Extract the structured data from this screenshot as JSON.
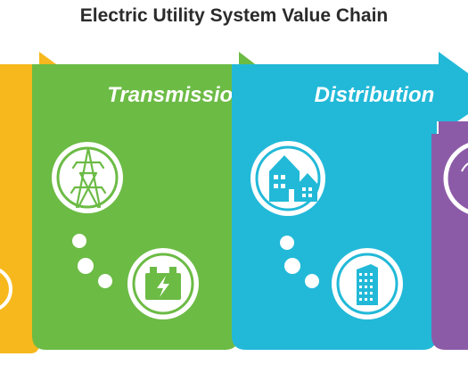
{
  "title": "Electric Utility System Value Chain",
  "stages": [
    {
      "label": "",
      "color": "#f6b81c"
    },
    {
      "label": "Transmission",
      "color": "#6cbb45",
      "icons": [
        "transmission-tower-icon",
        "battery-icon"
      ]
    },
    {
      "label": "Distribution",
      "color": "#22b9d8",
      "icons": [
        "houses-icon",
        "office-building-icon"
      ]
    },
    {
      "label": "",
      "color": "#8c5ba8"
    }
  ]
}
